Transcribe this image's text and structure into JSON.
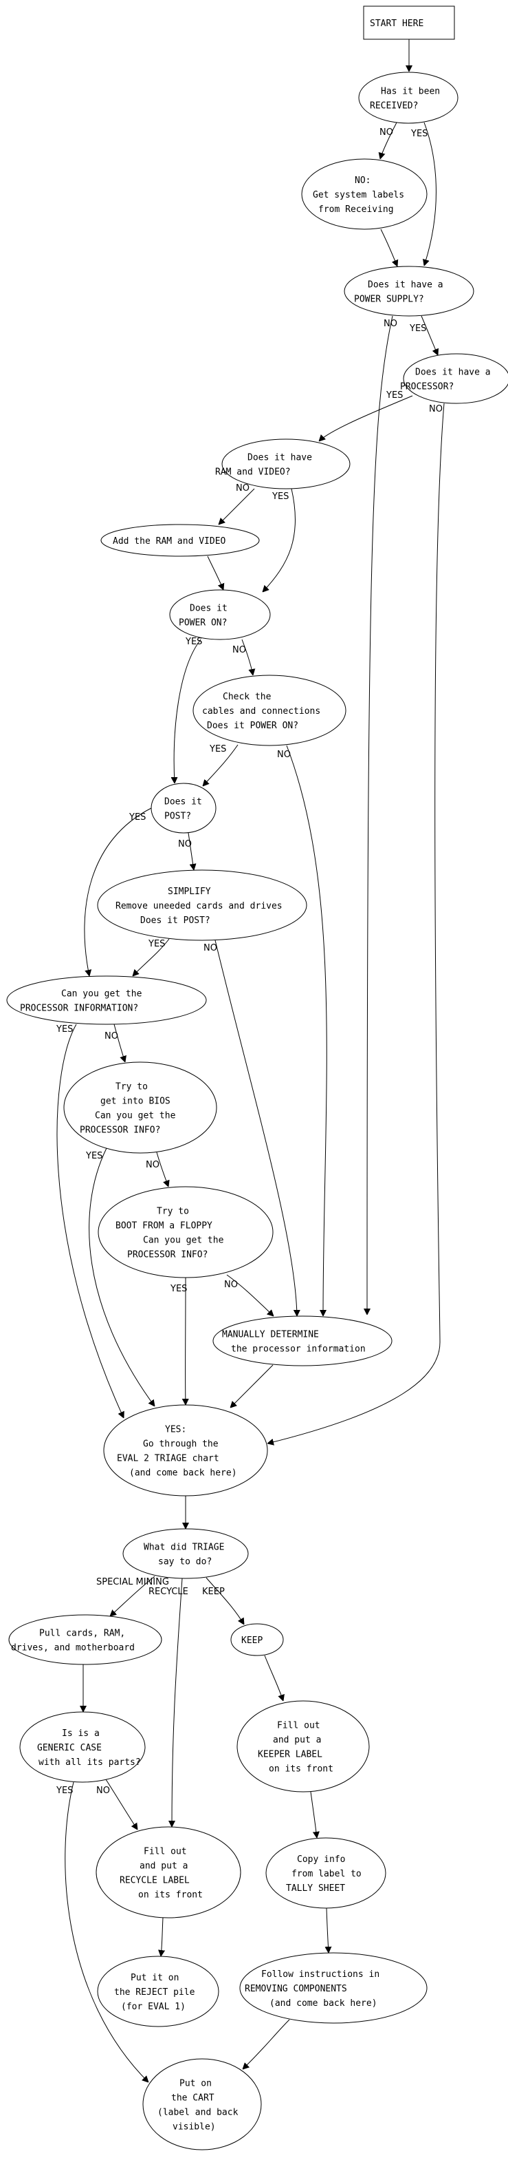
{
  "title": "System evaluation flowchart",
  "colors": {
    "stroke": "#000000",
    "fill": "#ffffff",
    "text": "#000000"
  },
  "nodes": {
    "start": {
      "shape": "box",
      "lines": [
        "START HERE"
      ]
    },
    "received": {
      "shape": "ellipse",
      "lines": [
        "Has it been",
        "RECEIVED?"
      ]
    },
    "get_labels": {
      "shape": "ellipse",
      "lines": [
        "NO:",
        "Get system labels",
        "from Receiving"
      ]
    },
    "power_supply": {
      "shape": "ellipse",
      "lines": [
        "Does it have a",
        "POWER SUPPLY?"
      ]
    },
    "processor": {
      "shape": "ellipse",
      "lines": [
        "Does it have a",
        "PROCESSOR?"
      ]
    },
    "ram_video": {
      "shape": "ellipse",
      "lines": [
        "Does it have",
        "RAM and VIDEO?"
      ]
    },
    "add_ram": {
      "shape": "ellipse",
      "lines": [
        "Add the RAM and VIDEO"
      ]
    },
    "power_on": {
      "shape": "ellipse",
      "lines": [
        "Does it",
        "POWER ON?"
      ]
    },
    "check_cables": {
      "shape": "ellipse",
      "lines": [
        "Check the",
        "cables and connections",
        "Does it POWER ON?"
      ]
    },
    "post": {
      "shape": "ellipse",
      "lines": [
        "Does it",
        "POST?"
      ]
    },
    "simplify": {
      "shape": "ellipse",
      "lines": [
        "SIMPLIFY",
        "Remove uneeded cards and drives",
        "Does it POST?"
      ]
    },
    "proc_info": {
      "shape": "ellipse",
      "lines": [
        "Can you get the",
        "PROCESSOR INFORMATION?"
      ]
    },
    "bios": {
      "shape": "ellipse",
      "lines": [
        "Try to",
        "get into BIOS",
        "Can you get the",
        "PROCESSOR INFO?"
      ]
    },
    "floppy": {
      "shape": "ellipse",
      "lines": [
        "Try to",
        "BOOT FROM a FLOPPY",
        "Can you get the",
        "PROCESSOR INFO?"
      ]
    },
    "manual": {
      "shape": "ellipse",
      "lines": [
        "MANUALLY DETERMINE",
        "the processor information"
      ]
    },
    "eval2": {
      "shape": "ellipse",
      "lines": [
        "YES:",
        "Go through the",
        "EVAL 2 TRIAGE chart",
        "(and come back here)"
      ]
    },
    "triage": {
      "shape": "ellipse",
      "lines": [
        "What did TRIAGE",
        "say to do?"
      ]
    },
    "pull_cards": {
      "shape": "ellipse",
      "lines": [
        "Pull cards, RAM,",
        "drives, and motherboard"
      ]
    },
    "keep": {
      "shape": "ellipse",
      "lines": [
        "KEEP"
      ]
    },
    "generic_case": {
      "shape": "ellipse",
      "lines": [
        "Is is a",
        "GENERIC CASE",
        "with all its parts?"
      ]
    },
    "keeper_label": {
      "shape": "ellipse",
      "lines": [
        "Fill out",
        "and put a",
        "KEEPER LABEL",
        "on its front"
      ]
    },
    "recycle_label": {
      "shape": "ellipse",
      "lines": [
        "Fill out",
        "and put a",
        "RECYCLE LABEL",
        "on its front"
      ]
    },
    "tally": {
      "shape": "ellipse",
      "lines": [
        "Copy info",
        "from label to",
        "TALLY SHEET"
      ]
    },
    "reject": {
      "shape": "ellipse",
      "lines": [
        "Put it on",
        "the REJECT pile",
        "(for EVAL 1)"
      ]
    },
    "removing": {
      "shape": "ellipse",
      "lines": [
        "Follow instructions in",
        "REMOVING COMPONENTS",
        "(and come back here)"
      ]
    },
    "cart": {
      "shape": "ellipse",
      "lines": [
        "Put on",
        "the CART",
        "(label and back",
        "visible)"
      ]
    }
  },
  "edges": [
    {
      "from": "start",
      "to": "received",
      "label": ""
    },
    {
      "from": "received",
      "to": "get_labels",
      "label": "NO"
    },
    {
      "from": "received",
      "to": "power_supply",
      "label": "YES"
    },
    {
      "from": "get_labels",
      "to": "power_supply",
      "label": ""
    },
    {
      "from": "power_supply",
      "to": "manual",
      "label": "NO"
    },
    {
      "from": "power_supply",
      "to": "processor",
      "label": "YES"
    },
    {
      "from": "processor",
      "to": "ram_video",
      "label": "YES"
    },
    {
      "from": "processor",
      "to": "eval2",
      "label": "NO"
    },
    {
      "from": "ram_video",
      "to": "add_ram",
      "label": "NO"
    },
    {
      "from": "ram_video",
      "to": "power_on",
      "label": "YES"
    },
    {
      "from": "add_ram",
      "to": "power_on",
      "label": ""
    },
    {
      "from": "power_on",
      "to": "post",
      "label": "YES"
    },
    {
      "from": "power_on",
      "to": "check_cables",
      "label": "NO"
    },
    {
      "from": "check_cables",
      "to": "post",
      "label": "YES"
    },
    {
      "from": "check_cables",
      "to": "manual",
      "label": "NO"
    },
    {
      "from": "post",
      "to": "proc_info",
      "label": "YES"
    },
    {
      "from": "post",
      "to": "simplify",
      "label": "NO"
    },
    {
      "from": "simplify",
      "to": "proc_info",
      "label": "YES"
    },
    {
      "from": "simplify",
      "to": "manual",
      "label": "NO"
    },
    {
      "from": "proc_info",
      "to": "eval2",
      "label": "YES"
    },
    {
      "from": "proc_info",
      "to": "bios",
      "label": "NO"
    },
    {
      "from": "bios",
      "to": "eval2",
      "label": "YES"
    },
    {
      "from": "bios",
      "to": "floppy",
      "label": "NO"
    },
    {
      "from": "floppy",
      "to": "eval2",
      "label": "YES"
    },
    {
      "from": "floppy",
      "to": "manual",
      "label": "NO"
    },
    {
      "from": "manual",
      "to": "eval2",
      "label": ""
    },
    {
      "from": "eval2",
      "to": "triage",
      "label": ""
    },
    {
      "from": "triage",
      "to": "pull_cards",
      "label": "SPECIAL MINING"
    },
    {
      "from": "triage",
      "to": "recycle_label",
      "label": "RECYCLE"
    },
    {
      "from": "triage",
      "to": "keep",
      "label": "KEEP"
    },
    {
      "from": "pull_cards",
      "to": "generic_case",
      "label": ""
    },
    {
      "from": "keep",
      "to": "keeper_label",
      "label": ""
    },
    {
      "from": "generic_case",
      "to": "cart",
      "label": "YES"
    },
    {
      "from": "generic_case",
      "to": "recycle_label",
      "label": "NO"
    },
    {
      "from": "keeper_label",
      "to": "tally",
      "label": ""
    },
    {
      "from": "recycle_label",
      "to": "reject",
      "label": ""
    },
    {
      "from": "tally",
      "to": "removing",
      "label": ""
    },
    {
      "from": "removing",
      "to": "cart",
      "label": ""
    }
  ]
}
